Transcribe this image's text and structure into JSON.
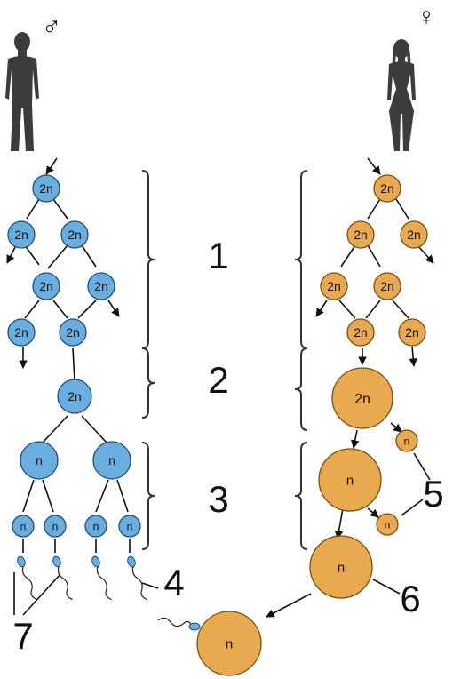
{
  "symbols": {
    "male": "♂",
    "female": "♀"
  },
  "cell_labels": {
    "diploid": "2n",
    "haploid": "n"
  },
  "stage_labels": {
    "s1": "1",
    "s2": "2",
    "s3": "3"
  },
  "callout_labels": {
    "c4": "4",
    "c5": "5",
    "c6": "6",
    "c7": "7"
  },
  "colors": {
    "male_cell_fill": "#6aaee0",
    "male_cell_stroke": "#1f4f7a",
    "female_cell_fill": "#e8a94f",
    "female_cell_stroke": "#7a5015",
    "silhouette": "#3c3c3c",
    "line": "#111111",
    "bracket": "#333333"
  },
  "icons": {
    "male_figure": "man-silhouette-icon",
    "female_figure": "woman-silhouette-icon",
    "sperm": "sperm-icon"
  }
}
